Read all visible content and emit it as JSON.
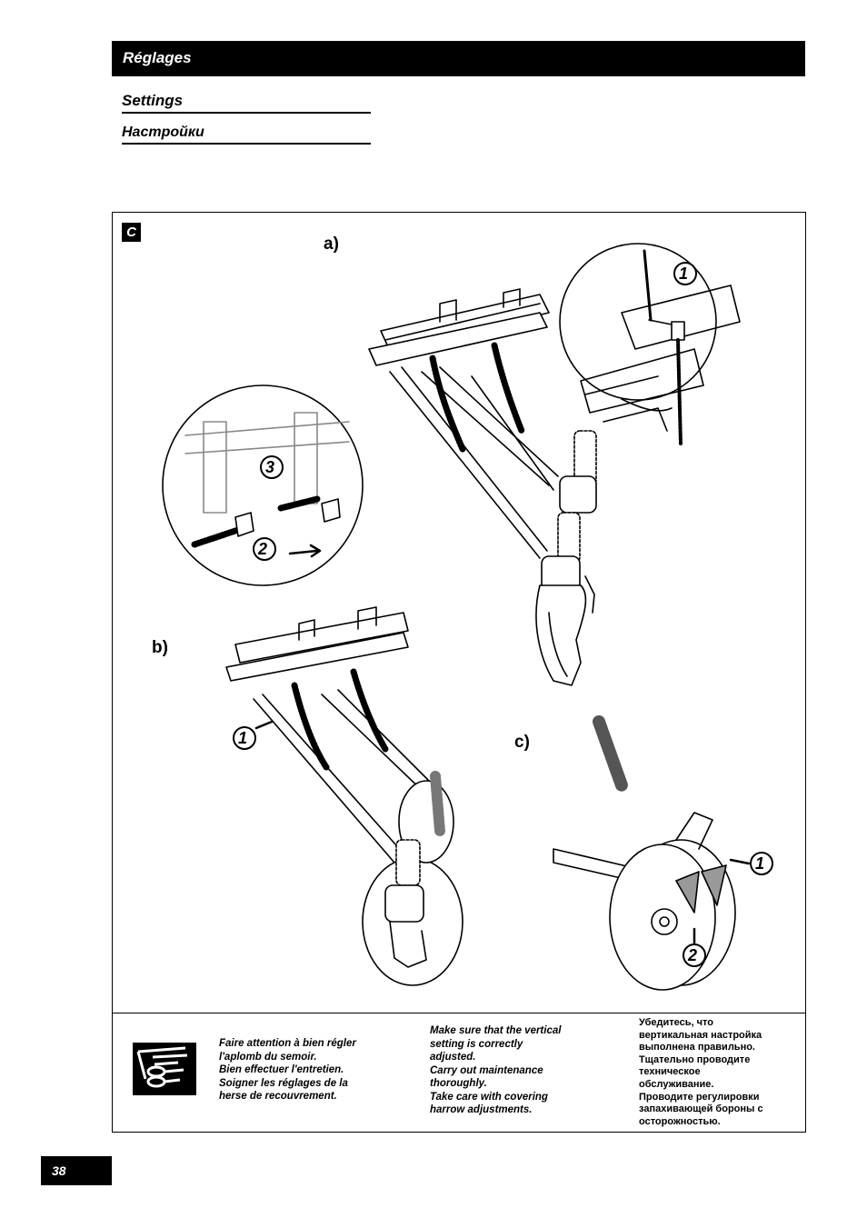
{
  "header": {
    "title": "Réglages"
  },
  "subtitles": {
    "en": "Settings",
    "ru": "Настройки"
  },
  "figure": {
    "tag": "C",
    "labels": {
      "a": "a)",
      "b": "b)",
      "c": "c)"
    },
    "callouts": {
      "one": "1",
      "two": "2",
      "three": "3"
    }
  },
  "notes": {
    "fr": "Faire attention à bien régler\nl'aplomb du semoir.\nBien effectuer l'entretien.\nSoigner les réglages de la\nherse de recouvrement.",
    "en": "Make sure that the vertical\nsetting is correctly\nadjusted.\nCarry out maintenance\nthoroughly.\nTake care with covering\nharrow adjustments.",
    "ru": "Убедитесь, что\nвертикальная настройка\nвыполнена правильно.\nТщательно проводите\nтехническое\nобслуживание.\nПроводите регулировки\nзапахивающей бороны с\nосторожностью."
  },
  "page_number": "38"
}
